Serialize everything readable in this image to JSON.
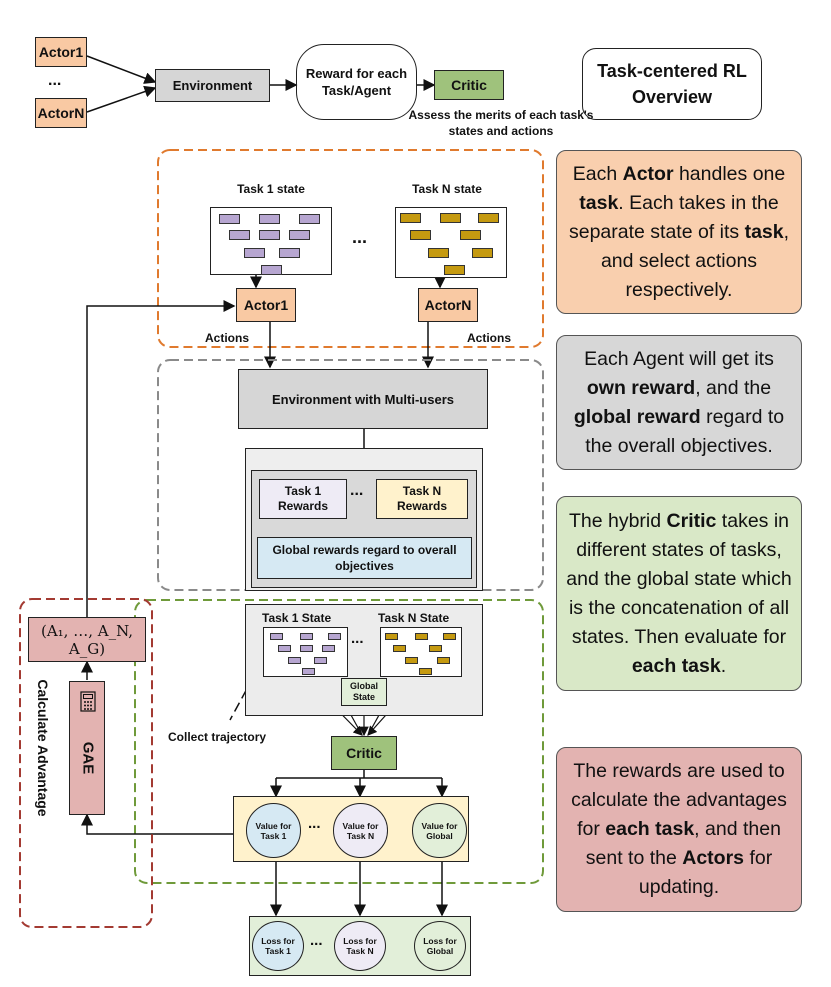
{
  "top": {
    "actor1": "Actor1",
    "dots": "...",
    "actorN": "ActorN",
    "environment": "Environment",
    "reward": "Reward for each Task/Agent",
    "critic": "Critic",
    "assess": "Assess the merits of each task's states and actions",
    "overview": "Task-centered RL Overview"
  },
  "actor_section": {
    "task1_state": "Task 1 state",
    "taskN_state": "Task N state",
    "dots": "...",
    "actor1": "Actor1",
    "actorN": "ActorN",
    "actions_left": "Actions",
    "actions_right": "Actions"
  },
  "env_section": {
    "environment": "Environment with Multi-users",
    "task1_rewards": "Task 1 Rewards",
    "taskN_rewards": "Task N Rewards",
    "dots": "...",
    "global_rewards": "Global rewards regard to overall objectives"
  },
  "critic_section": {
    "task1_state": "Task 1 State",
    "taskN_state": "Task N State",
    "dots": "...",
    "global_state": "Global State",
    "collect": "Collect trajectory",
    "critic": "Critic",
    "value_task1": "Value for Task 1",
    "value_taskN": "Value for Task N",
    "value_global": "Value for Global",
    "dots2": "..."
  },
  "loss_section": {
    "loss_task1": "Loss for Task 1",
    "loss_taskN": "Loss for Task N",
    "loss_global": "Loss for Global",
    "dots": "..."
  },
  "advantage": {
    "formula": "(A₁, …, A_N, A_G)",
    "gae": "GAE",
    "calc": "Calculate Advantage"
  },
  "notes": {
    "actor_note": {
      "p1": "Each ",
      "b1": "Actor",
      "p2": " handles one ",
      "b2": "task",
      "p3": ". Each takes in the separate state of its ",
      "b3": "task",
      "p4": ", and select actions respectively."
    },
    "env_note": {
      "p1": "Each Agent will get its ",
      "b1": "own reward",
      "p2": ", and the ",
      "b2": "global reward",
      "p3": " regard to the overall objectives."
    },
    "critic_note": {
      "p1": "The hybrid ",
      "b1": "Critic",
      "p2": " takes in different states of tasks, and the global state which is the concatenation of all states. Then evaluate for ",
      "b2": "each task",
      "p3": "."
    },
    "adv_note": {
      "p1": "The rewards are used to calculate the advantages for ",
      "b1": "each task",
      "p2": ", and then sent to the ",
      "b2": "Actors",
      "p3": " for updating."
    }
  },
  "colors": {
    "actor": "#f9c9a3",
    "critic": "#9fc27c",
    "env": "#d6d6d6",
    "note_actor": "#f9cfae",
    "note_env": "#d7d7d7",
    "note_critic": "#d9e8c7",
    "note_adv": "#e3b3b1"
  }
}
